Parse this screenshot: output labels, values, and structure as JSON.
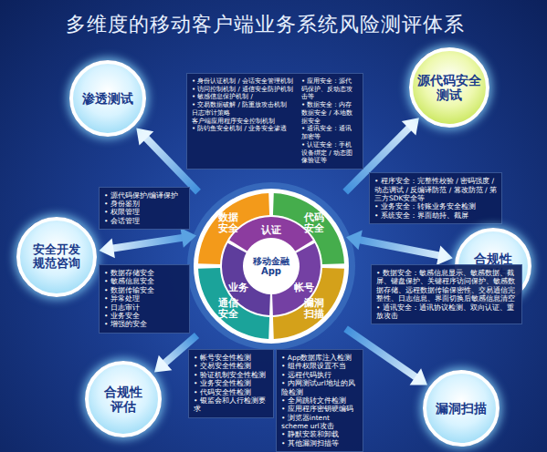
{
  "diagram": {
    "title": "多维度的移动客户端业务系统风险测评体系",
    "nodes": [
      {
        "text": [
          "渗透测试"
        ]
      },
      {
        "text": [
          "• 身份认证机制 / 会话安全管理机制",
          "• 访问控制机制 / 通信安全防护机制",
          "• 敏感信息保护机制 /",
          "• 交易数据破解 / 防重放攻击机制",
          "日志审计策略",
          "客户端应用程序安全控制机制",
          "• 防钓鱼安全机制 / 业务安全渗透",
          "• 应用安全：源代码保护、反动态攻击等",
          "• 数据安全：内存数据安全 / 本地数据安全",
          "• 通讯安全：通讯加密等",
          "• 认证安全：手机设备绑定 / 动态图像验证等"
        ]
      },
      {
        "text": [
          "源代码安全测试"
        ]
      },
      {
        "text": [
          "安全开发规范咨询"
        ]
      },
      {
        "text": [
          "• 源代码保护/编译保护",
          "• 身份鉴别",
          "• 权限管理",
          "• 会话管理"
        ]
      },
      {
        "text": [
          "数据安全"
        ]
      },
      {
        "text": [
          "代码安全"
        ]
      },
      {
        "text": [
          "认证"
        ]
      },
      {
        "text": [
          "• 程序安全：完整性校验 / 密码强度 / 动态调试 / 反编译防范 / 篡改防范 / 第三方SDK安全等",
          "• 业务安全：转账业务安全检测",
          "• 系统安全：界面劫持、截屏"
        ]
      },
      {
        "text": [
          "合规性评估"
        ]
      },
      {
        "text": [
          "移动金融App"
        ]
      },
      {
        "text": [
          "业务"
        ]
      },
      {
        "text": [
          "帐号"
        ]
      },
      {
        "text": [
          "通信安全"
        ]
      },
      {
        "text": [
          "漏洞扫描"
        ]
      },
      {
        "text": [
          "• 数据存储安全",
          "• 敏感信息安全",
          "• 数据传输安全",
          "• 异常处理",
          "• 日志审计",
          "• 业务安全",
          "• 增强的安全"
        ]
      },
      {
        "text": [
          "• 数据安全：敏感信息显示、敏感数据、截屏、键盘保护、关键程序访问保护、敏感数据存储、远程数据传输保密性、交易通信完整性、日志信息、界面切换后敏感信息清空",
          "• 通讯安全：通讯协议检测、双向认证、重放攻击"
        ]
      },
      {
        "text": [
          "• 帐号安全性检测",
          "• 交易安全性检测",
          "• 验证机制安全性检测",
          "• 业务安全性检测",
          "• 代码安全性检测",
          "• 银监会和人行检测要求"
        ]
      },
      {
        "text": [
          "• App数据库注入检测",
          "• 组件权限设置不当",
          "• 远程代码执行",
          "• 内网测试url地址的风险检测",
          "• 全局跳转文件检测",
          "• 应用程序密钥硬编码",
          "• 浏览器intent scheme url攻击",
          "• 静默安装和卸载",
          "• 其他漏洞扫描等"
        ]
      },
      {
        "text": [
          "合规性评估"
        ]
      },
      {
        "text": [
          "漏洞扫描"
        ]
      }
    ],
    "edges": [
      {
        "from": 5,
        "to": 0,
        "arrow": "to"
      },
      {
        "from": 6,
        "to": 2,
        "arrow": "to"
      },
      {
        "from": 5,
        "to": 3,
        "arrow": "both"
      },
      {
        "from": 6,
        "to": 9,
        "arrow": "both"
      },
      {
        "from": 13,
        "to": 19,
        "arrow": "to"
      },
      {
        "from": 14,
        "to": 20,
        "arrow": "to"
      }
    ]
  }
}
